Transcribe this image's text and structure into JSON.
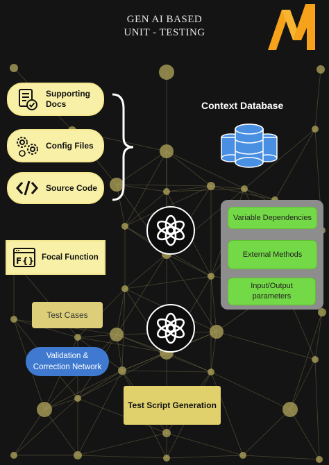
{
  "header": {
    "title_line1": "GEN AI BASED",
    "title_line2": "UNIT - TESTING"
  },
  "logo": {
    "icon": "m-logo-icon",
    "color": "#f6a21a"
  },
  "inputs": [
    {
      "label_line1": "Supporting",
      "label_line2": "Docs",
      "icon": "document-check-icon"
    },
    {
      "label": "Config Files",
      "icon": "gears-icon"
    },
    {
      "label": "Source Code",
      "icon": "code-icon"
    }
  ],
  "context": {
    "title": "Context Database",
    "icon": "database-icon",
    "icon_color": "#4a90e2"
  },
  "panel": {
    "items": [
      "Variable Dependencies",
      "External Methods",
      "Input/Output parameters"
    ],
    "item_color": "#74d946"
  },
  "focal": {
    "label": "Focal Function",
    "icon": "function-window-icon"
  },
  "test_cases": {
    "label": "Test Cases"
  },
  "validation": {
    "label_line1": "Validation &",
    "label_line2": "Correction Network",
    "color": "#3f7ad0"
  },
  "test_script": {
    "label": "Test Script Generation"
  },
  "ai_nodes": {
    "icon": "openai-icon"
  }
}
